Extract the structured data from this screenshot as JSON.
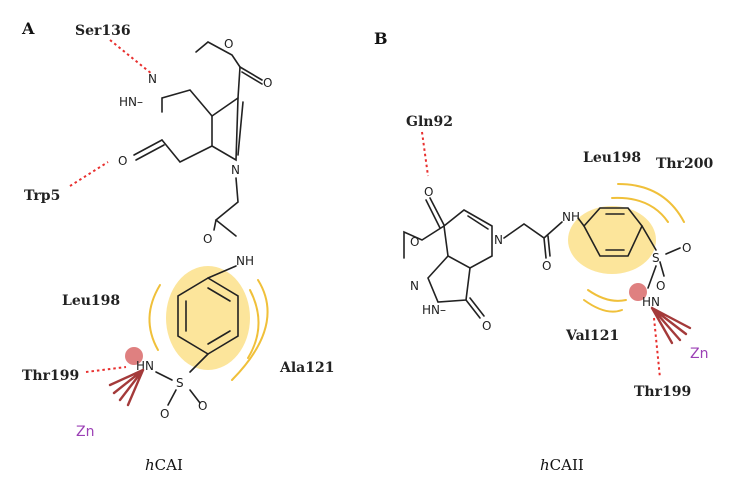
{
  "panel_a": {
    "letter": "A",
    "caption_italic": "h",
    "caption_rest": "CAI",
    "residues": {
      "ser": "Ser136",
      "trp": "Trp5",
      "leu": "Leu198",
      "thr": "Thr199",
      "ala": "Ala121"
    },
    "metal": "Zn"
  },
  "panel_b": {
    "letter": "B",
    "caption_italic": "h",
    "caption_rest": "CAII",
    "residues": {
      "gln": "Gln92",
      "leu": "Leu198",
      "thr200": "Thr200",
      "val": "Val121",
      "thr199": "Thr199"
    },
    "metal": "Zn"
  },
  "atoms": {
    "O": "O",
    "N": "N",
    "HN": "HN",
    "NH": "NH",
    "HNdash": "HN–",
    "S": "S",
    "N_eq": "N"
  },
  "colors": {
    "hbond": "#e8302f",
    "hydrophobic": "#f0c03a",
    "metal_label": "#9b3fb5",
    "zinc_bond": "#a43a3a"
  }
}
